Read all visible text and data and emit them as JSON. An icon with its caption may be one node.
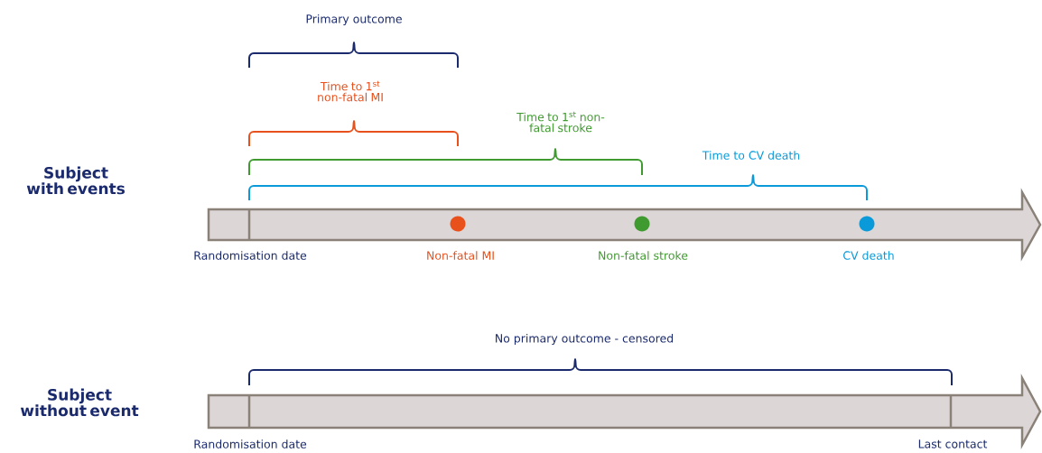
{
  "diagram": {
    "labels": [
      "Primary outcome",
      "Time to 1$^{st}$ non-fatal MI",
      "Time to 1$^{st}$ non-fatal stroke",
      "Time to CV death",
      "Subject with events",
      "Randomisation date",
      "Non-fatal MI",
      "Non-fatal stroke",
      "CV death",
      "No primary outcome - censored",
      "Subject without event",
      "Randomisation date",
      "Last contact"
    ]
  }
}
